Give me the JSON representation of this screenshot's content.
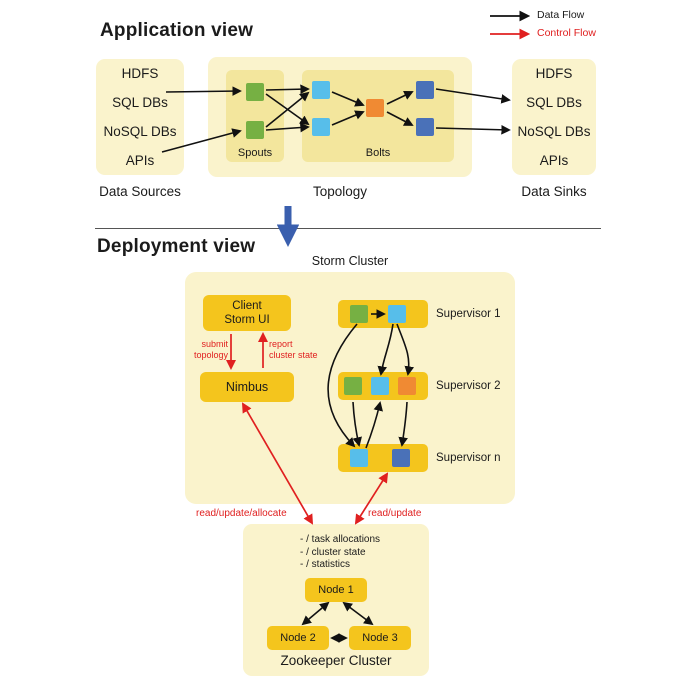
{
  "app_view": {
    "title": "Application view",
    "legend": {
      "data_flow": "Data Flow",
      "control_flow": "Control Flow"
    },
    "data_sources": {
      "label": "Data Sources",
      "items": [
        "HDFS",
        "SQL DBs",
        "NoSQL DBs",
        "APIs"
      ]
    },
    "topology": {
      "label": "Topology",
      "spouts_label": "Spouts",
      "bolts_label": "Bolts"
    },
    "data_sinks": {
      "label": "Data Sinks",
      "items": [
        "HDFS",
        "SQL DBs",
        "NoSQL DBs",
        "APIs"
      ]
    }
  },
  "deployment_view": {
    "title": "Deployment view",
    "storm_cluster_label": "Storm Cluster",
    "client_label": "Client\nStorm UI",
    "nimbus_label": "Nimbus",
    "submit_label": "submit\ntopology",
    "report_label": "report\ncluster state",
    "supervisors": [
      "Supervisor 1",
      "Supervisor 2",
      "Supervisor n"
    ],
    "read_update_allocate_label": "read/update/allocate",
    "read_update_label": "read/update",
    "zookeeper": {
      "notes": "- / task allocations\n- / cluster state\n- / statistics",
      "nodes": [
        "Node 1",
        "Node 2",
        "Node 3"
      ],
      "label": "Zookeeper Cluster"
    }
  },
  "colors": {
    "panel_yellow": "#FAF3CC",
    "inner_yellow": "#F3E69D",
    "accent_gold": "#F4C51D",
    "spout_green": "#76B043",
    "bolt_light_blue": "#57BEEA",
    "bolt_orange": "#F08A33",
    "bolt_dark_blue": "#4A71B8",
    "data_flow_black": "#111111",
    "control_flow_red": "#E02020",
    "view_step_arrow_blue": "#3A5FAE"
  }
}
